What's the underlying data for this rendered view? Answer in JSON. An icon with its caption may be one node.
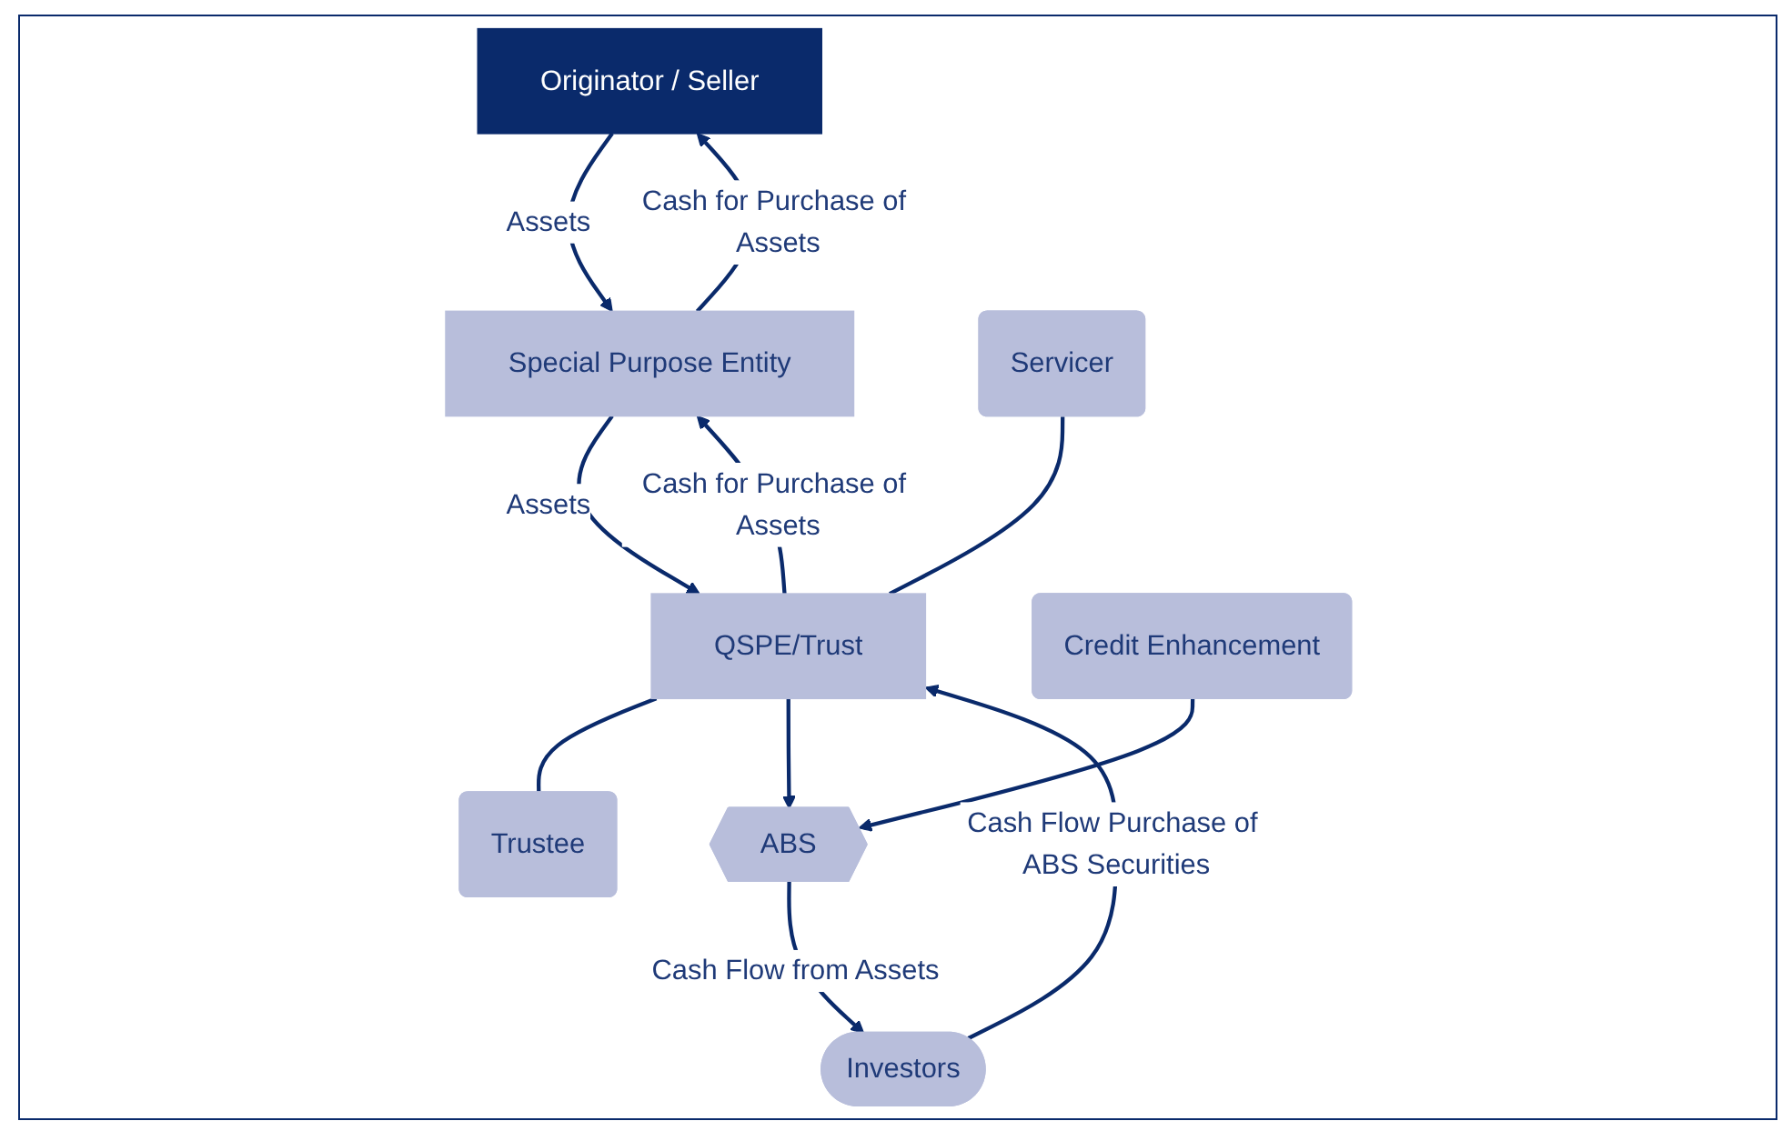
{
  "diagram": {
    "nodes": [
      {
        "text": [
          "Originator / Seller"
        ]
      },
      {
        "text": [
          "Special Purpose Entity"
        ]
      },
      {
        "text": [
          "Servicer"
        ]
      },
      {
        "text": [
          "QSPE/Trust"
        ]
      },
      {
        "text": [
          "Trustee"
        ]
      },
      {
        "text": [
          "Credit Enhancement"
        ]
      },
      {
        "text": [
          "ABS"
        ]
      },
      {
        "text": [
          "Investors"
        ]
      }
    ],
    "edges": [
      {
        "from": 0,
        "to": 1,
        "arrow": "to",
        "label": "Assets"
      },
      {
        "from": 1,
        "to": 0,
        "arrow": "to",
        "label": "Cash for Purchase of Assets"
      },
      {
        "from": 1,
        "to": 3,
        "arrow": "to",
        "label": "Assets"
      },
      {
        "from": 3,
        "to": 1,
        "arrow": "to",
        "label": "Cash for Purchase of Assets"
      },
      {
        "from": 2,
        "to": 3,
        "arrow": "none"
      },
      {
        "from": 3,
        "to": 4,
        "arrow": "none"
      },
      {
        "from": 3,
        "to": 6,
        "arrow": "to"
      },
      {
        "from": 5,
        "to": 6,
        "arrow": "to"
      },
      {
        "from": 6,
        "to": 7,
        "arrow": "to",
        "label": "Cash Flow from Assets"
      },
      {
        "from": 7,
        "to": 3,
        "arrow": "to",
        "label": "Cash Flow Purchase of ABS Securities"
      }
    ]
  }
}
